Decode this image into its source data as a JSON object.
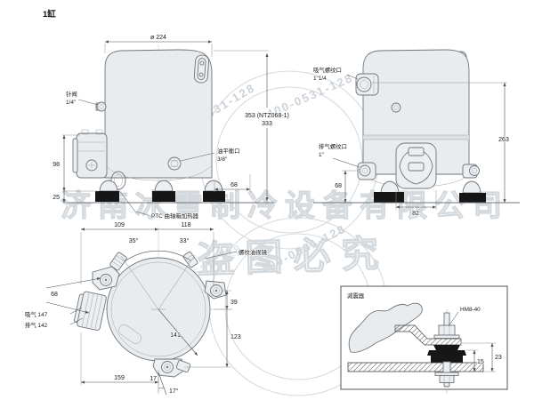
{
  "title": "1缸",
  "front_view": {
    "dim_diameter": "ø 224",
    "needle_valve_label": "针阀",
    "needle_valve_size": "1/4\"",
    "oil_port_label": "油平衡口",
    "oil_port_size": "3/8\"",
    "height_label_1": "353 (NTZ068-1)",
    "height_label_2": "333",
    "dim_98": "98",
    "dim_25": "25",
    "dim_68": "68",
    "ptc_label": "PTC 曲轴箱加热器"
  },
  "side_view": {
    "suction_label": "吸气螺纹口",
    "suction_size": "1\"1/4",
    "discharge_label": "排气螺纹口",
    "discharge_size": "1\"",
    "dim_263": "263",
    "dim_68": "68",
    "dim_82": "82"
  },
  "top_view": {
    "dim_109": "109",
    "dim_118": "118",
    "angle_35": "35°",
    "angle_33": "33°",
    "dim_68": "68",
    "suction_dim": "吸气 147",
    "discharge_dim": "排气 142",
    "oil_sight_label": "螺纹油视镜",
    "dim_141": "141",
    "dim_39": "39",
    "dim_123": "123",
    "dim_159": "159",
    "dim_17": "17",
    "angle_17": "17°"
  },
  "inset": {
    "title": "减震器",
    "part_label": "HM8-40",
    "dim_15": "15",
    "dim_23": "23"
  },
  "watermark": {
    "phone": "400-0531-128",
    "company": "济南冰雪制冷设备有限公司",
    "warning": "盗图必究"
  },
  "colors": {
    "outline": "#70767c",
    "shell_fill": "#e9ecef",
    "feet": "#161616",
    "dimension": "#4a4f54",
    "watermark": "#d4d9dd",
    "background": "#ffffff"
  }
}
